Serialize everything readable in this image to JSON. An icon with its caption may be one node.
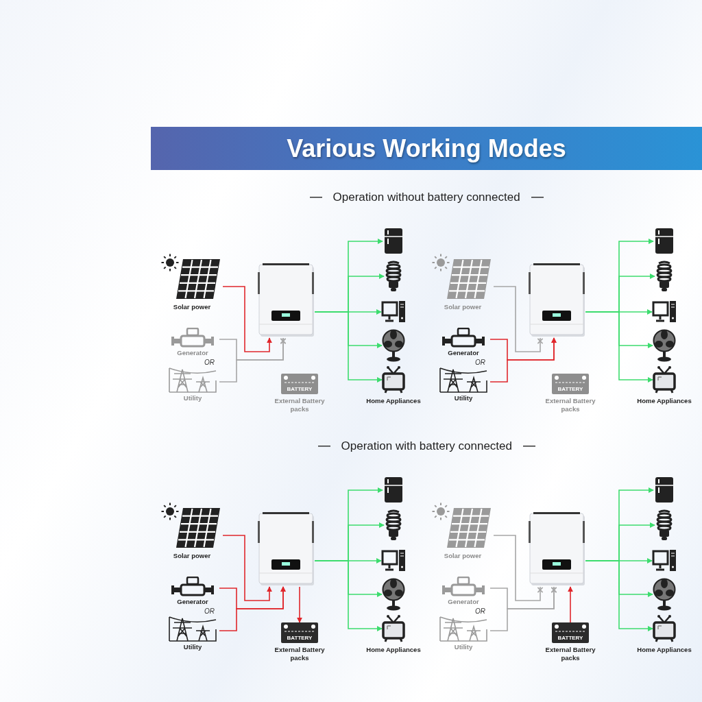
{
  "diagram": {
    "title": "Various Working Modes",
    "nodes": [
      {
        "text": [
          "Solar power"
        ]
      },
      {
        "text": [
          "Generator"
        ]
      },
      {
        "text": [
          "Utility"
        ]
      },
      {
        "text": [],
        "shape": "picture"
      },
      {
        "text": [
          "BATTERY"
        ],
        "beside": [
          "External Battery packs"
        ]
      },
      {
        "text": [],
        "shape": "picture"
      },
      {
        "text": [],
        "shape": "picture"
      },
      {
        "text": [],
        "shape": "picture"
      },
      {
        "text": [],
        "shape": "picture"
      },
      {
        "text": [],
        "shape": "picture",
        "beside": [
          "Home Appliances"
        ]
      },
      {
        "text": [
          "Solar power"
        ]
      },
      {
        "text": [
          "Generator"
        ]
      },
      {
        "text": [
          "Utility"
        ]
      },
      {
        "text": [],
        "shape": "picture"
      },
      {
        "text": [
          "BATTERY"
        ],
        "beside": [
          "External Battery packs"
        ]
      },
      {
        "text": [],
        "shape": "picture"
      },
      {
        "text": [],
        "shape": "picture"
      },
      {
        "text": [],
        "shape": "picture"
      },
      {
        "text": [],
        "shape": "picture"
      },
      {
        "text": [],
        "shape": "picture",
        "beside": [
          "Home Appliances"
        ]
      },
      {
        "text": [
          "Solar power"
        ]
      },
      {
        "text": [
          "Generator"
        ]
      },
      {
        "text": [
          "Utility"
        ]
      },
      {
        "text": [],
        "shape": "picture"
      },
      {
        "text": [
          "BATTERY"
        ],
        "beside": [
          "External Battery packs"
        ]
      },
      {
        "text": [],
        "shape": "picture"
      },
      {
        "text": [],
        "shape": "picture"
      },
      {
        "text": [],
        "shape": "picture"
      },
      {
        "text": [],
        "shape": "picture"
      },
      {
        "text": [],
        "shape": "picture",
        "beside": [
          "Home Appliances"
        ]
      },
      {
        "text": [
          "Solar power"
        ]
      },
      {
        "text": [
          "Generator"
        ]
      },
      {
        "text": [
          "Utility"
        ]
      },
      {
        "text": [],
        "shape": "picture"
      },
      {
        "text": [
          "BATTERY"
        ],
        "beside": [
          "External Battery packs"
        ]
      },
      {
        "text": [],
        "shape": "picture"
      },
      {
        "text": [],
        "shape": "picture"
      },
      {
        "text": [],
        "shape": "picture"
      },
      {
        "text": [],
        "shape": "picture"
      },
      {
        "text": [],
        "shape": "picture",
        "beside": [
          "Home Appliances"
        ]
      }
    ],
    "edges": [
      {
        "from": 0,
        "to": 3,
        "arrow": "to",
        "color": "#e0262b"
      },
      {
        "from": 1,
        "to": 3,
        "arrow": "other",
        "color": "#a6a6a6"
      },
      {
        "from": 2,
        "to": 3,
        "arrow": "other",
        "color": "#a6a6a6"
      },
      {
        "from": 3,
        "to": 5,
        "arrow": "to"
      },
      {
        "from": 3,
        "to": 6,
        "arrow": "to"
      },
      {
        "from": 3,
        "to": 7,
        "arrow": "to"
      },
      {
        "from": 3,
        "to": 8,
        "arrow": "to"
      },
      {
        "from": 3,
        "to": 9,
        "arrow": "to"
      },
      {
        "from": 10,
        "to": 13,
        "arrow": "other",
        "color": "#a6a6a6"
      },
      {
        "from": 11,
        "to": 13,
        "arrow": "to",
        "color": "#e0262b"
      },
      {
        "from": 12,
        "to": 13,
        "arrow": "to",
        "color": "#e0262b"
      },
      {
        "from": 13,
        "to": 15,
        "arrow": "to"
      },
      {
        "from": 13,
        "to": 16,
        "arrow": "to"
      },
      {
        "from": 13,
        "to": 17,
        "arrow": "to"
      },
      {
        "from": 13,
        "to": 18,
        "arrow": "to"
      },
      {
        "from": 13,
        "to": 19,
        "arrow": "to"
      },
      {
        "from": 20,
        "to": 23,
        "arrow": "to",
        "color": "#e0262b"
      },
      {
        "from": 21,
        "to": 23,
        "arrow": "to",
        "color": "#e0262b"
      },
      {
        "from": 22,
        "to": 23,
        "arrow": "to",
        "color": "#e0262b"
      },
      {
        "from": 23,
        "to": 24,
        "arrow": "to",
        "color": "#e0262b"
      },
      {
        "from": 23,
        "to": 25,
        "arrow": "to"
      },
      {
        "from": 23,
        "to": 26,
        "arrow": "to"
      },
      {
        "from": 23,
        "to": 27,
        "arrow": "to"
      },
      {
        "from": 23,
        "to": 28,
        "arrow": "to"
      },
      {
        "from": 23,
        "to": 29,
        "arrow": "to"
      },
      {
        "from": 30,
        "to": 33,
        "arrow": "other",
        "color": "#a6a6a6"
      },
      {
        "from": 31,
        "to": 33,
        "arrow": "other",
        "color": "#a6a6a6"
      },
      {
        "from": 32,
        "to": 33,
        "arrow": "other",
        "color": "#a6a6a6"
      },
      {
        "from": 34,
        "to": 33,
        "arrow": "to",
        "color": "#e0262b"
      },
      {
        "from": 33,
        "to": 35,
        "arrow": "to"
      },
      {
        "from": 33,
        "to": 36,
        "arrow": "to"
      },
      {
        "from": 33,
        "to": 37,
        "arrow": "to"
      },
      {
        "from": 33,
        "to": 38,
        "arrow": "to"
      },
      {
        "from": 33,
        "to": 39,
        "arrow": "to"
      }
    ],
    "labels": [
      "Operation without battery connected",
      "OR",
      "OR",
      "Operation with battery connected",
      "OR",
      "OR"
    ]
  }
}
